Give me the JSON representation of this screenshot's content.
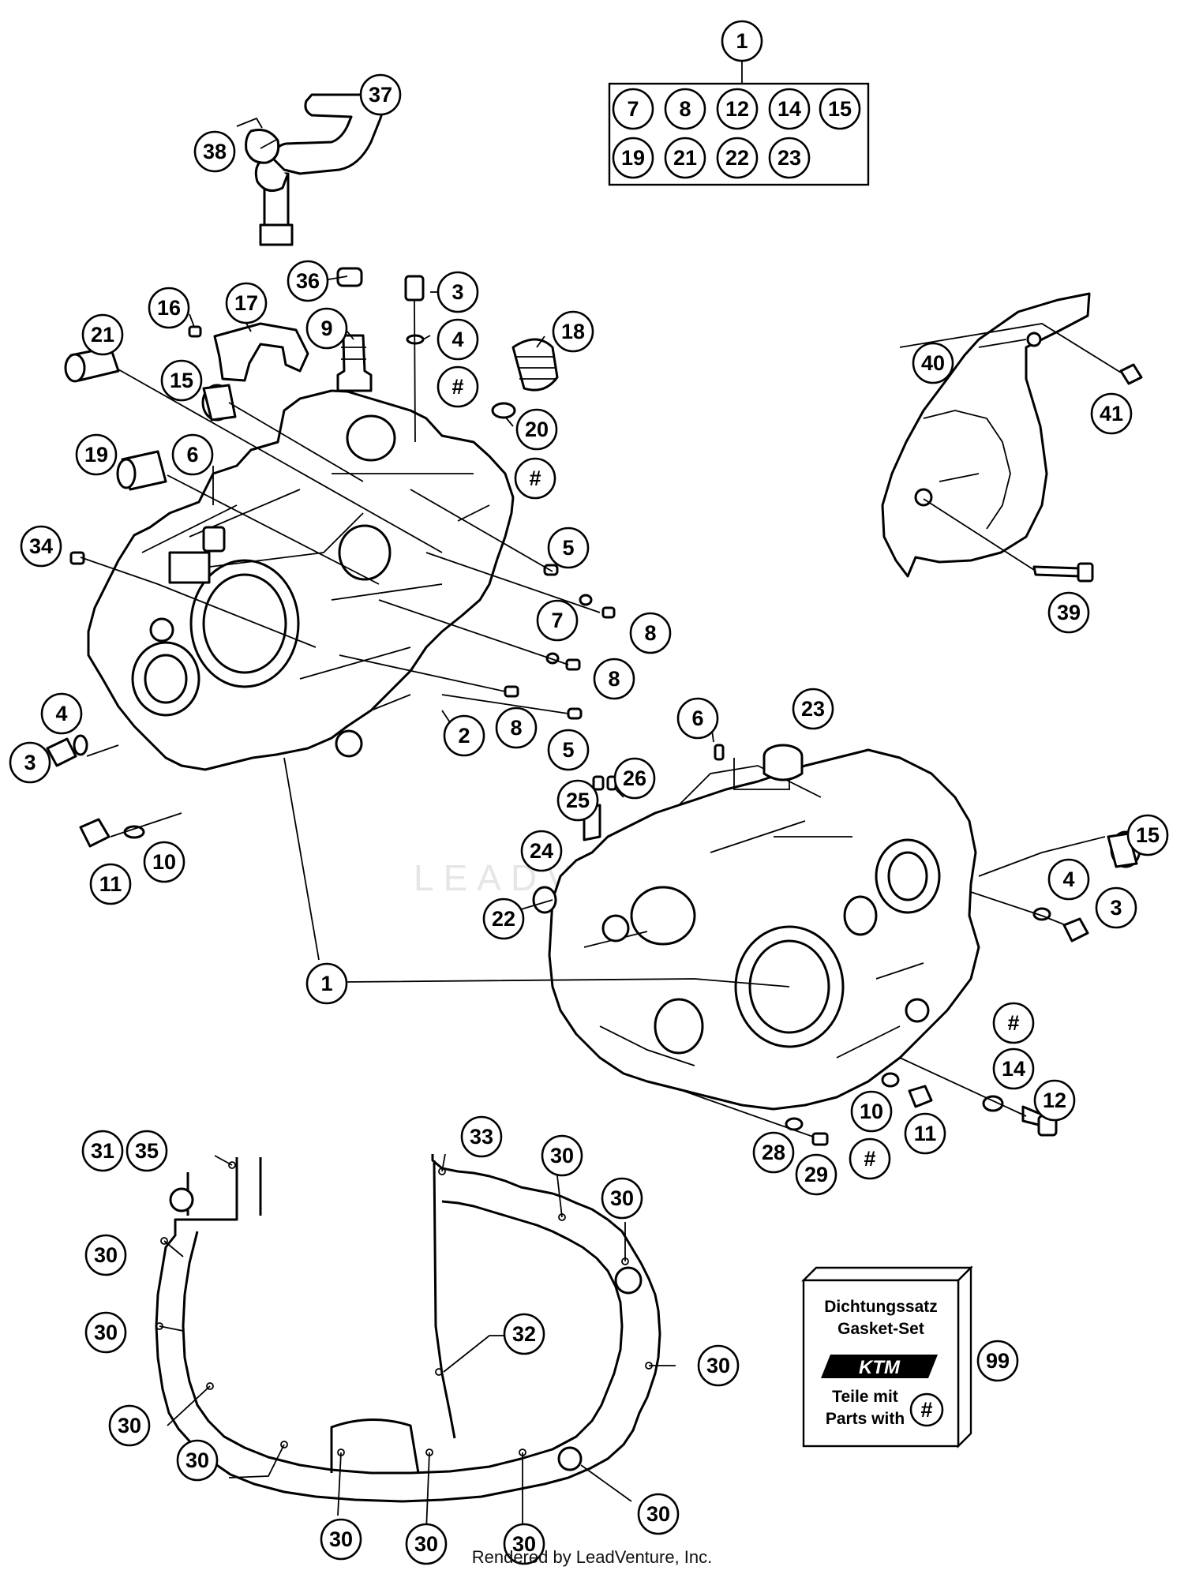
{
  "watermark_text": "LEADVENTURE",
  "footer": "Rendered by LeadVenture, Inc.",
  "kit_box": {
    "line1": "Dichtungssatz",
    "line2": "Gasket-Set",
    "logo": "KTM",
    "line3": "Teile mit",
    "line4": "Parts with",
    "symbol": "#",
    "item": "99"
  },
  "assembly_group": {
    "header_label": "1",
    "members": [
      "7",
      "8",
      "12",
      "14",
      "15",
      "19",
      "21",
      "22",
      "23"
    ]
  },
  "callouts": [
    {
      "id": "c1a",
      "label": "37"
    },
    {
      "id": "c1b",
      "label": "38"
    },
    {
      "id": "c1c",
      "label": "36"
    },
    {
      "id": "c1d",
      "label": "3"
    },
    {
      "id": "c1e",
      "label": "16"
    },
    {
      "id": "c1f",
      "label": "17"
    },
    {
      "id": "c1g",
      "label": "9"
    },
    {
      "id": "c1h",
      "label": "4"
    },
    {
      "id": "c1i",
      "label": "18"
    },
    {
      "id": "c1j",
      "label": "21"
    },
    {
      "id": "c1k",
      "label": "15"
    },
    {
      "id": "c1l",
      "label": "#"
    },
    {
      "id": "c1m",
      "label": "20"
    },
    {
      "id": "c1n",
      "label": "19"
    },
    {
      "id": "c1o",
      "label": "6"
    },
    {
      "id": "c1p",
      "label": "#"
    },
    {
      "id": "c1q",
      "label": "34"
    },
    {
      "id": "c1r",
      "label": "5"
    },
    {
      "id": "c1s",
      "label": "7"
    },
    {
      "id": "c1t",
      "label": "8"
    },
    {
      "id": "c1u",
      "label": "8"
    },
    {
      "id": "c1v",
      "label": "4"
    },
    {
      "id": "c1w",
      "label": "8"
    },
    {
      "id": "c1x",
      "label": "5"
    },
    {
      "id": "c1y",
      "label": "3"
    },
    {
      "id": "c1z",
      "label": "2"
    },
    {
      "id": "c2a",
      "label": "11"
    },
    {
      "id": "c2b",
      "label": "10"
    },
    {
      "id": "c2c",
      "label": "40"
    },
    {
      "id": "c2d",
      "label": "41"
    },
    {
      "id": "c2e",
      "label": "39"
    },
    {
      "id": "c2f",
      "label": "6"
    },
    {
      "id": "c2g",
      "label": "23"
    },
    {
      "id": "c2h",
      "label": "25"
    },
    {
      "id": "c2i",
      "label": "26"
    },
    {
      "id": "c2j",
      "label": "24"
    },
    {
      "id": "c2k",
      "label": "22"
    },
    {
      "id": "c2l",
      "label": "15"
    },
    {
      "id": "c2m",
      "label": "4"
    },
    {
      "id": "c2n",
      "label": "3"
    },
    {
      "id": "c2o",
      "label": "1"
    },
    {
      "id": "c2p",
      "label": "#"
    },
    {
      "id": "c2q",
      "label": "14"
    },
    {
      "id": "c2r",
      "label": "12"
    },
    {
      "id": "c2s",
      "label": "10"
    },
    {
      "id": "c2t",
      "label": "11"
    },
    {
      "id": "c2u",
      "label": "28"
    },
    {
      "id": "c2v",
      "label": "#"
    },
    {
      "id": "c2w",
      "label": "29"
    },
    {
      "id": "c2x",
      "label": "31"
    },
    {
      "id": "c2y",
      "label": "35"
    },
    {
      "id": "c2z",
      "label": "33"
    },
    {
      "id": "c3a",
      "label": "30"
    },
    {
      "id": "c3b",
      "label": "30"
    },
    {
      "id": "c3c",
      "label": "30"
    },
    {
      "id": "c3d",
      "label": "30"
    },
    {
      "id": "c3e",
      "label": "32"
    },
    {
      "id": "c3f",
      "label": "30"
    },
    {
      "id": "c3g",
      "label": "30"
    },
    {
      "id": "c3h",
      "label": "30"
    },
    {
      "id": "c3i",
      "label": "30"
    },
    {
      "id": "c3j",
      "label": "30"
    },
    {
      "id": "c3k",
      "label": "30"
    },
    {
      "id": "c3l",
      "label": "30"
    }
  ]
}
